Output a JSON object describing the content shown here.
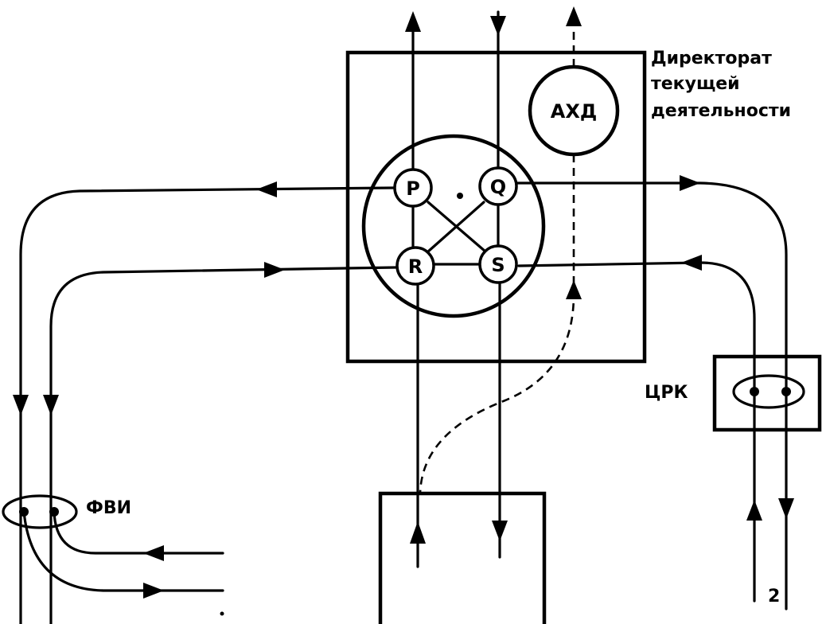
{
  "labels": {
    "directorate": [
      "Директорат",
      "текущей",
      "деятельности"
    ],
    "ahd": "АХД",
    "nodes": {
      "p": "P",
      "q": "Q",
      "r": "R",
      "s": "S"
    },
    "frk": "ЦРК",
    "fvi": "ФВИ",
    "footnote": "2"
  }
}
